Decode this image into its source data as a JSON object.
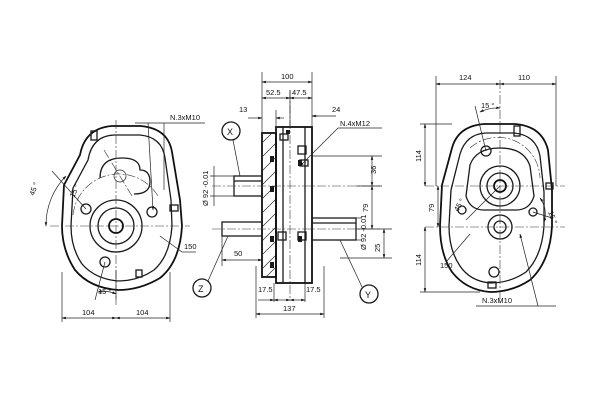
{
  "left_view": {
    "dims": {
      "w_left": "104",
      "w_right": "104",
      "radius": "150",
      "thread": "N.3xM10"
    },
    "angles": {
      "a45": "45 °",
      "a15_top": "15 °",
      "a15_bottom": "15 °"
    }
  },
  "middle_view": {
    "dims": {
      "top_total": "100",
      "top_a": "52.5",
      "top_b": "47.5",
      "d13": "13",
      "d24": "24",
      "d36": "36",
      "d79": "79",
      "d25": "25",
      "d50": "50",
      "b1": "17.5",
      "b2": "17.5",
      "total_bottom": "137"
    },
    "shaft_left": "Ø 92 -0.01",
    "shaft_right": "Ø 92 -0.01",
    "thread": "N.4xM12",
    "labels": {
      "x": "X",
      "z": "Z",
      "y": "Y"
    }
  },
  "right_view": {
    "dims": {
      "top_a": "124",
      "top_b": "110",
      "h114a": "114",
      "h79": "79",
      "h114b": "114",
      "radius": "150",
      "thread": "N.3xM10"
    },
    "angles": {
      "a15_top": "15 °",
      "a45": "45 °",
      "a15_right": "15 °"
    }
  }
}
